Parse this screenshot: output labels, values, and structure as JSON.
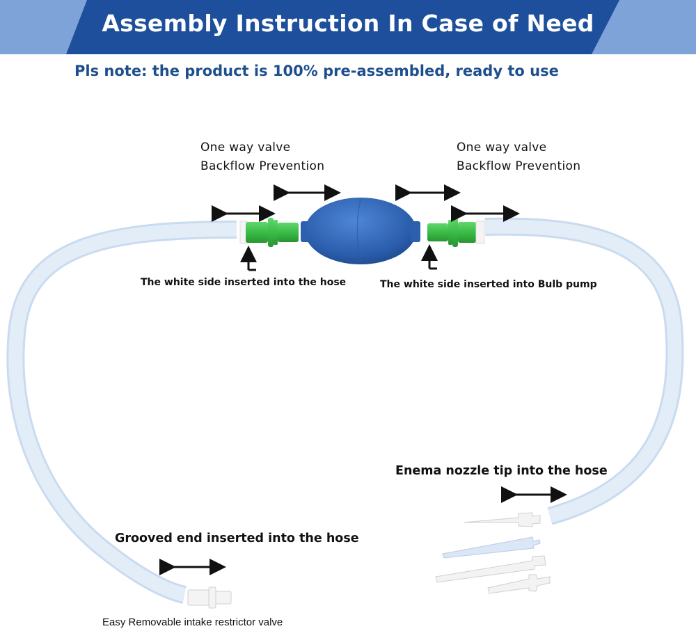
{
  "banner": {
    "title": "Assembly Instruction In Case of Need",
    "colors": {
      "dark": "#1d4f9c",
      "light": "#7ea3d8"
    }
  },
  "note": "Pls note:  the product is 100% pre-assembled, ready to use",
  "valves": {
    "left": {
      "line1": "One way valve",
      "line2": "Backflow Prevention"
    },
    "right": {
      "line1": "One way valve",
      "line2": "Backflow Prevention"
    }
  },
  "instructions": {
    "left_white_side": "The white side inserted into the hose",
    "right_white_side": "The white side inserted into Bulb pump",
    "nozzle": "Enema nozzle tip into the hose",
    "grooved": "Grooved end inserted into the hose",
    "intake": "Easy Removable intake restrictor valve"
  },
  "parts": {
    "bulb_pump": "bulb-pump",
    "valve_color": "#3fc24a",
    "hose_color": "#d9e6f5",
    "bulb_color": "#2f63b5"
  },
  "icons": {
    "arrows": "double-headed-arrow",
    "pointer": "l-shaped-arrow-up"
  }
}
